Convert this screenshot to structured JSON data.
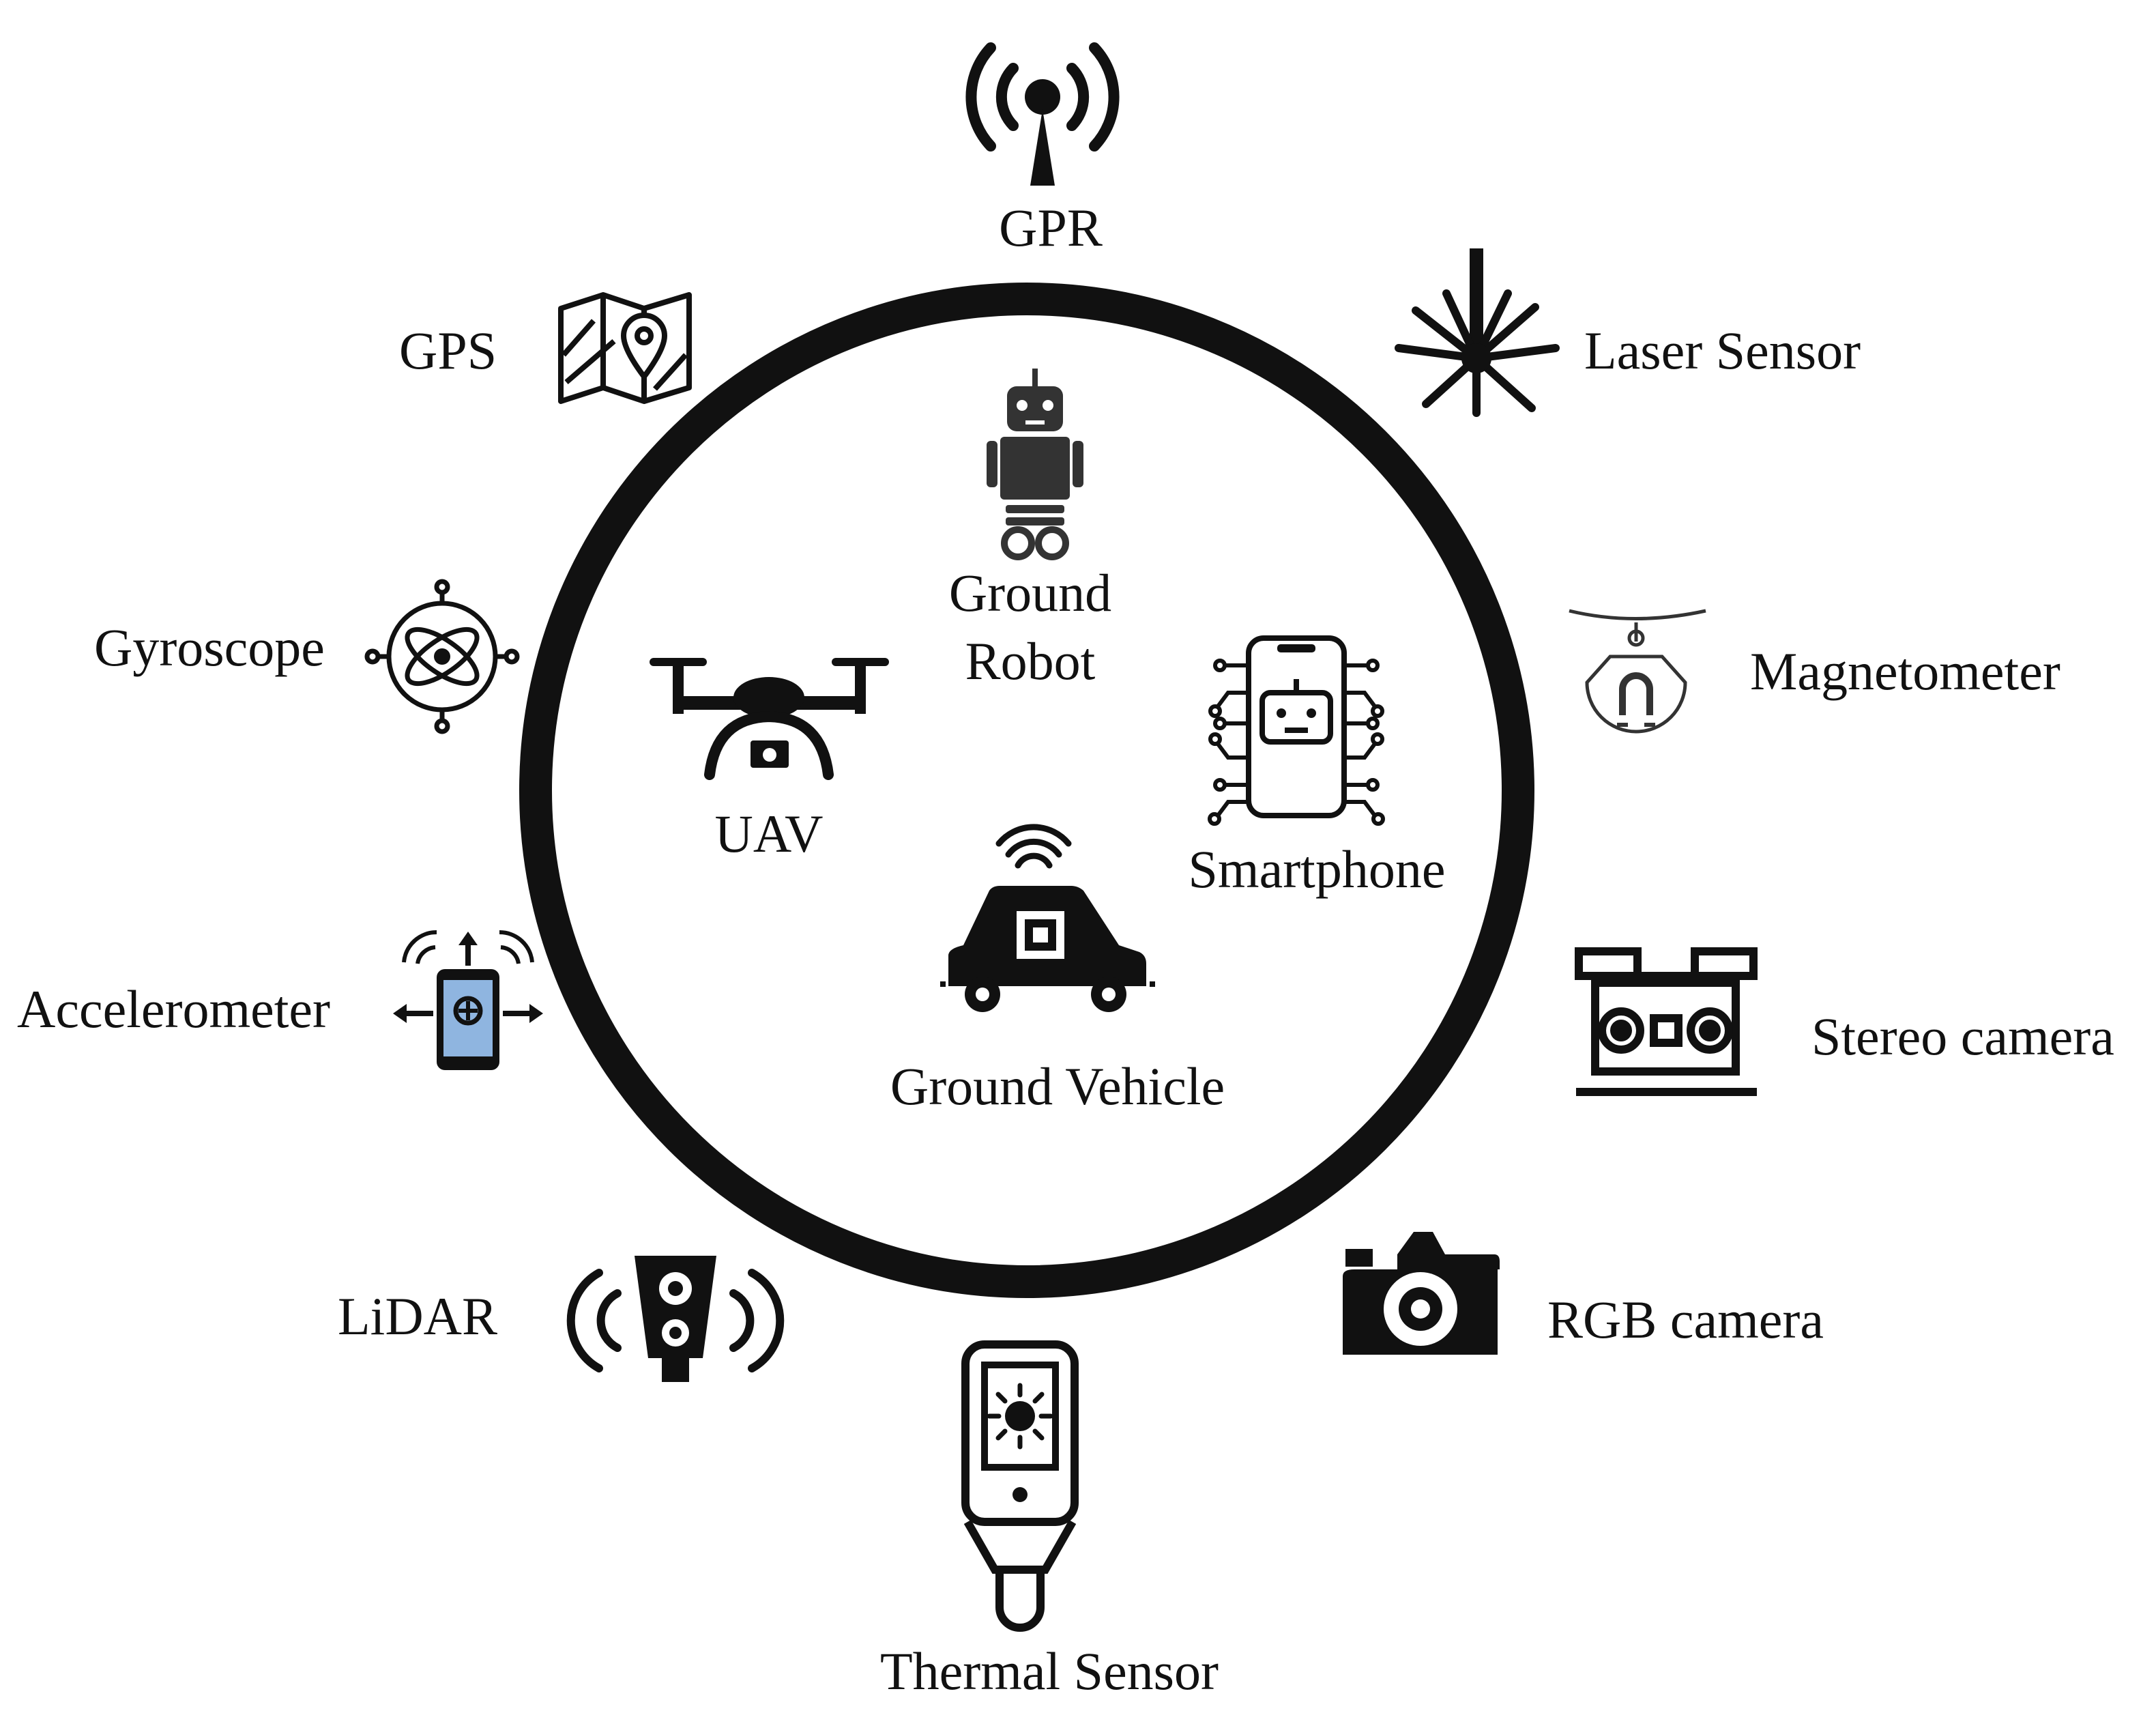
{
  "platforms": {
    "ground_robot": {
      "line1": "Ground",
      "line2": "Robot",
      "icon": "robot-icon"
    },
    "uav": {
      "label": "UAV",
      "icon": "drone-icon"
    },
    "smartphone": {
      "label": "Smartphone",
      "icon": "smartphone-robot-icon"
    },
    "ground_vehicle": {
      "label": "Ground Vehicle",
      "icon": "autonomous-car-icon"
    }
  },
  "sensors": {
    "gpr": {
      "label": "GPR",
      "icon": "antenna-signal-icon"
    },
    "laser": {
      "label": "Laser Sensor",
      "icon": "laser-burst-icon"
    },
    "magnetometer": {
      "label": "Magnetometer",
      "icon": "magnet-icon"
    },
    "stereo": {
      "label": "Stereo camera",
      "icon": "stereo-camera-icon"
    },
    "rgb": {
      "label": "RGB camera",
      "icon": "camera-icon"
    },
    "thermal": {
      "label": "Thermal Sensor",
      "icon": "thermal-camera-icon"
    },
    "lidar": {
      "label": "LiDAR",
      "icon": "lidar-icon"
    },
    "accelerometer": {
      "label": "Accelerometer",
      "icon": "phone-motion-icon"
    },
    "gyroscope": {
      "label": "Gyroscope",
      "icon": "gyroscope-icon"
    },
    "gps": {
      "label": "GPS",
      "icon": "map-pin-icon"
    }
  },
  "colors": {
    "ink": "#111111",
    "accel_screen": "#8fb5e0"
  }
}
